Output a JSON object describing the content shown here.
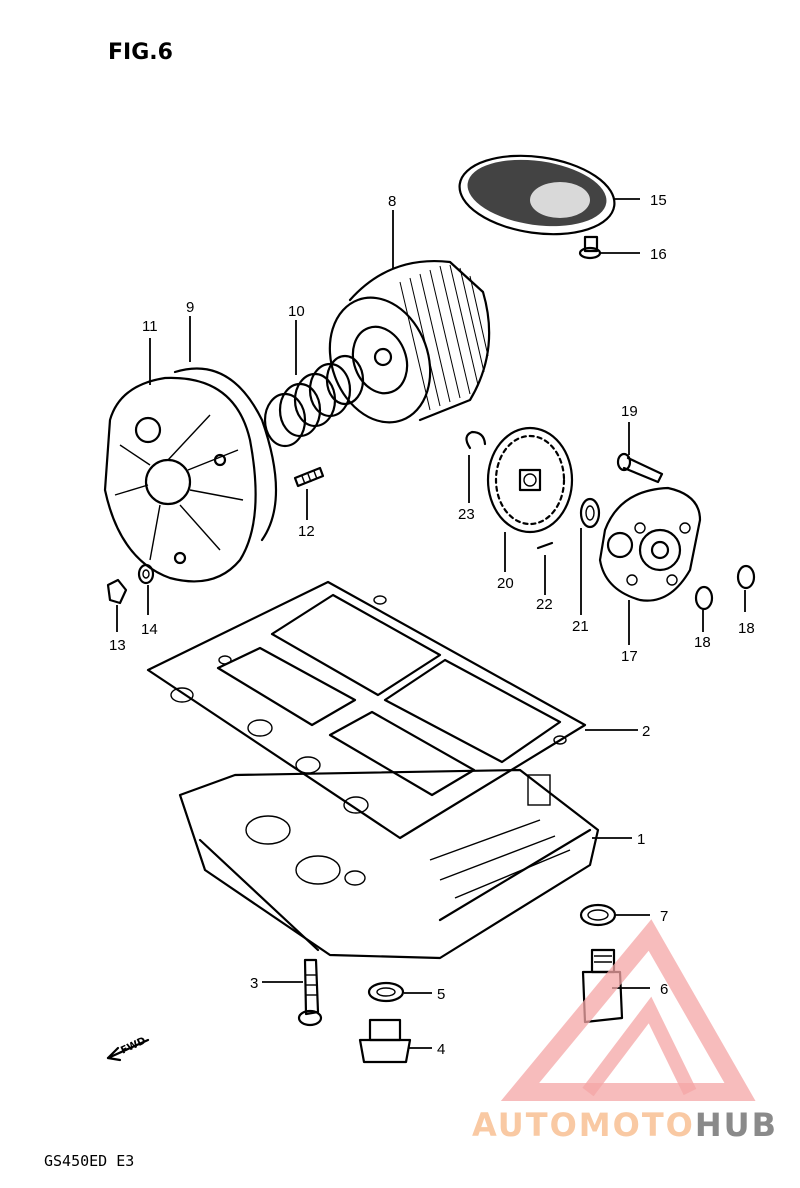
{
  "figure_title": "FIG.6",
  "model_code": "GS450ED E3",
  "fwd_marker": "FWD",
  "watermark": {
    "brand_part1": "AUTOMOTO",
    "brand_part2": "HUB",
    "color_primary": "#f4a6a6",
    "color_secondary": "#8a8a8a",
    "color_light": "#f9c9a3"
  },
  "part_numbers": {
    "p1": "1",
    "p2": "2",
    "p3": "3",
    "p4": "4",
    "p5": "5",
    "p6": "6",
    "p7": "7",
    "p8": "8",
    "p9": "9",
    "p10": "10",
    "p11": "11",
    "p12": "12",
    "p13": "13",
    "p14": "14",
    "p15": "15",
    "p16": "16",
    "p17": "17",
    "p18a": "18",
    "p18b": "18",
    "p19": "19",
    "p20": "20",
    "p21": "21",
    "p22": "22",
    "p23": "23"
  }
}
